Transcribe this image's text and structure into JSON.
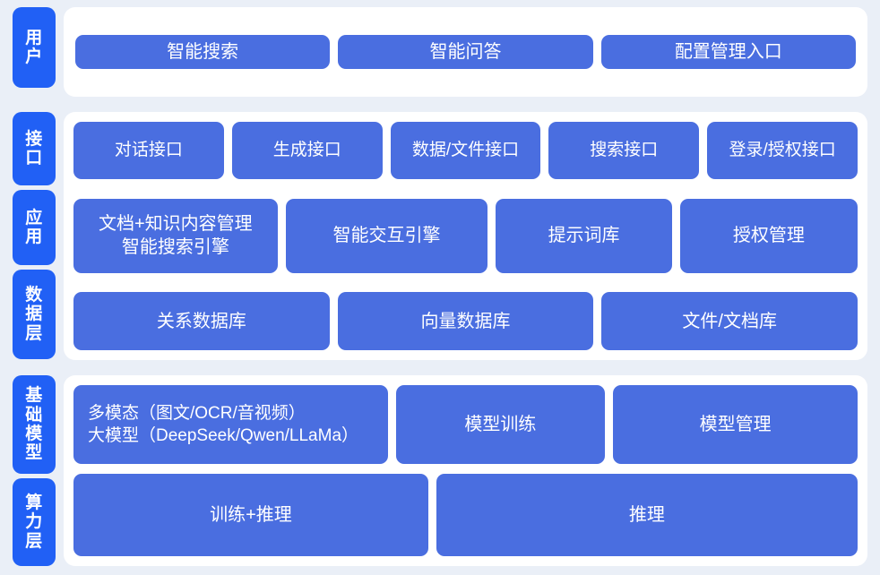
{
  "colors": {
    "background": "#eaeff7",
    "panel": "#ffffff",
    "tab": "#2160f5",
    "card": "#4a6ee0",
    "text_on_blue": "#ffffff"
  },
  "bands": [
    {
      "id": "user",
      "tabs": [
        {
          "label": "用户"
        }
      ],
      "rows": [
        {
          "id": "user-entries",
          "cards": [
            {
              "label": "智能搜索"
            },
            {
              "label": "智能问答"
            },
            {
              "label": "配置管理入口"
            }
          ]
        }
      ]
    },
    {
      "id": "middle",
      "tabs": [
        {
          "label": "接口"
        },
        {
          "label": "应用"
        },
        {
          "label": "数据层"
        }
      ],
      "rows": [
        {
          "id": "interface",
          "cards": [
            {
              "label": "对话接口"
            },
            {
              "label": "生成接口"
            },
            {
              "label": "数据/文件接口"
            },
            {
              "label": "搜索接口"
            },
            {
              "label": "登录/授权接口"
            }
          ]
        },
        {
          "id": "application",
          "cards": [
            {
              "label": "文档+知识内容管理\n智能搜索引擎"
            },
            {
              "label": "智能交互引擎"
            },
            {
              "label": "提示词库"
            },
            {
              "label": "授权管理"
            }
          ]
        },
        {
          "id": "data",
          "cards": [
            {
              "label": "关系数据库"
            },
            {
              "label": "向量数据库"
            },
            {
              "label": "文件/文档库"
            }
          ]
        }
      ]
    },
    {
      "id": "bottom",
      "tabs": [
        {
          "label": "基础模型"
        },
        {
          "label": "算力层"
        }
      ],
      "rows": [
        {
          "id": "model",
          "cards": [
            {
              "label": "多模态（图文/OCR/音视频）\n大模型（DeepSeek/Qwen/LLaMa）"
            },
            {
              "label": "模型训练"
            },
            {
              "label": "模型管理"
            }
          ]
        },
        {
          "id": "compute",
          "cards": [
            {
              "label": "训练+推理"
            },
            {
              "label": "推理"
            }
          ]
        }
      ]
    }
  ]
}
